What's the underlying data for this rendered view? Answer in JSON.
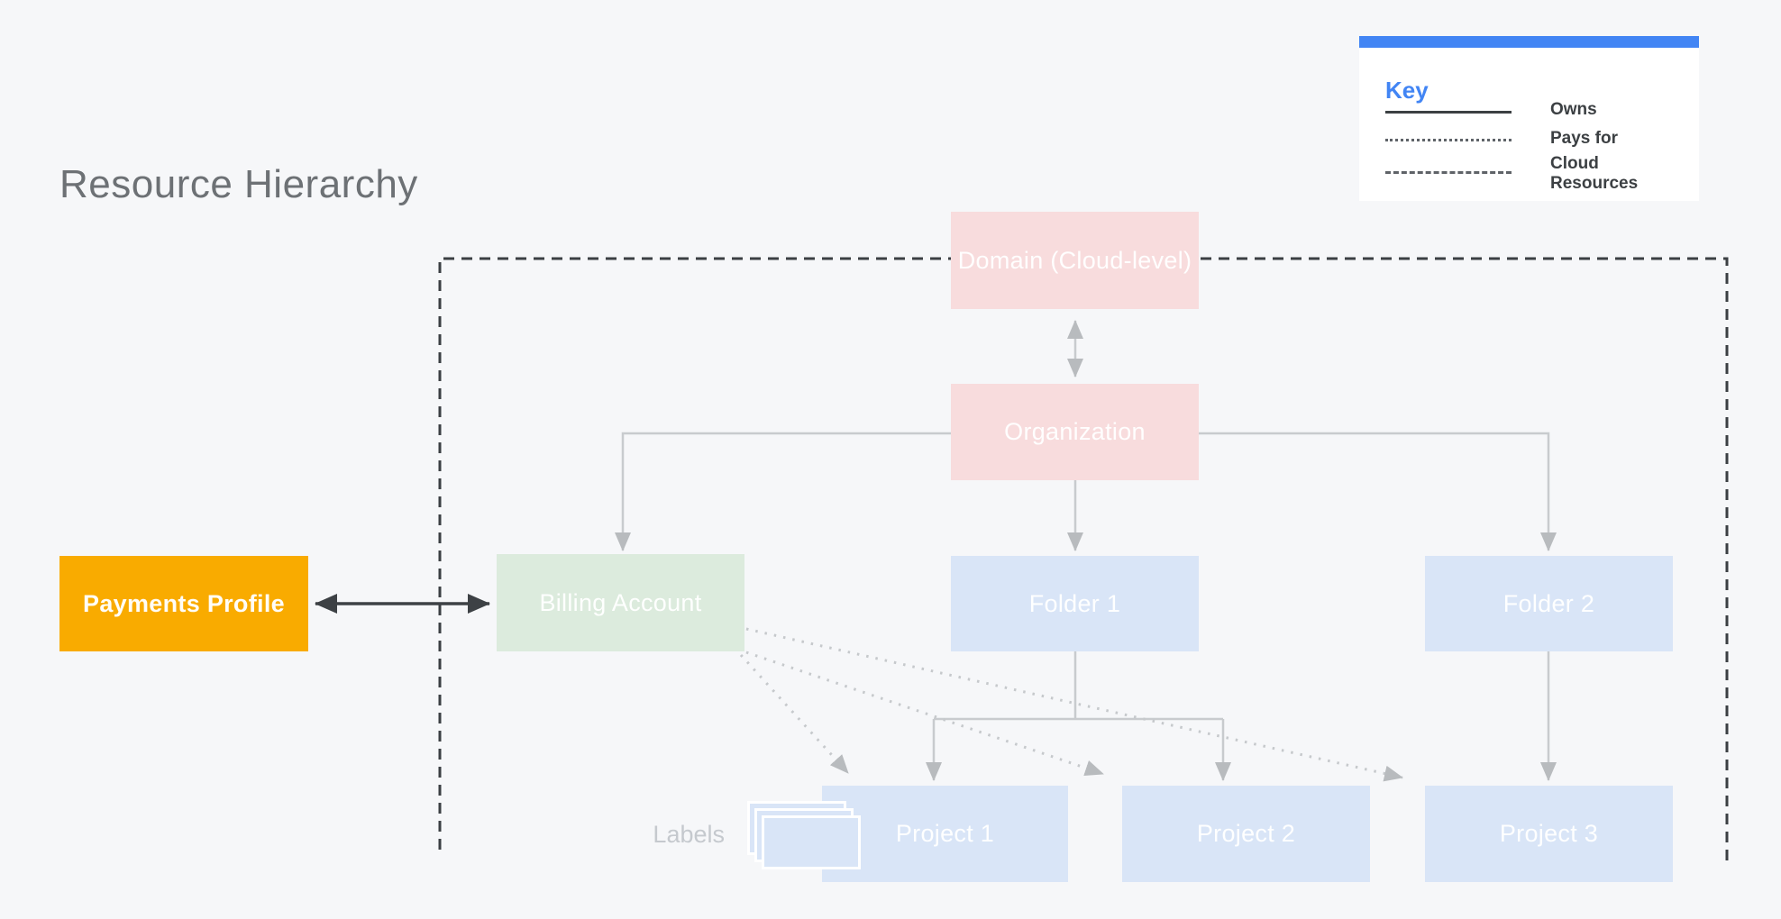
{
  "title": "Resource Hierarchy",
  "key": {
    "title": "Key",
    "items": [
      {
        "label": "Owns",
        "line_style": "solid"
      },
      {
        "label": "Pays for",
        "line_style": "dotted"
      },
      {
        "label": "Cloud Resources",
        "line_style": "dashed"
      }
    ]
  },
  "nodes": {
    "domain": {
      "label": "Domain (Cloud-level)",
      "color": "#f8dcdd"
    },
    "organization": {
      "label": "Organization",
      "color": "#f8dcdd"
    },
    "payments_profile": {
      "label": "Payments Profile",
      "color": "#f9ab00"
    },
    "billing_account": {
      "label": "Billing Account",
      "color": "#dcebdd"
    },
    "folder_1": {
      "label": "Folder 1",
      "color": "#d9e5f7"
    },
    "folder_2": {
      "label": "Folder 2",
      "color": "#d9e5f7"
    },
    "project_1": {
      "label": "Project 1",
      "color": "#d9e5f7"
    },
    "project_2": {
      "label": "Project 2",
      "color": "#d9e5f7"
    },
    "project_3": {
      "label": "Project 3",
      "color": "#d9e5f7"
    }
  },
  "annotations": {
    "labels_caption": "Labels"
  },
  "colors": {
    "background": "#f6f7f9",
    "accent_blue": "#4285f4",
    "legend_text": "#3c4043",
    "title_text": "#6d7175",
    "connector_gray": "#c8cbce",
    "boundary_dark": "#3b3f43",
    "dark_arrow": "#3d4145"
  }
}
